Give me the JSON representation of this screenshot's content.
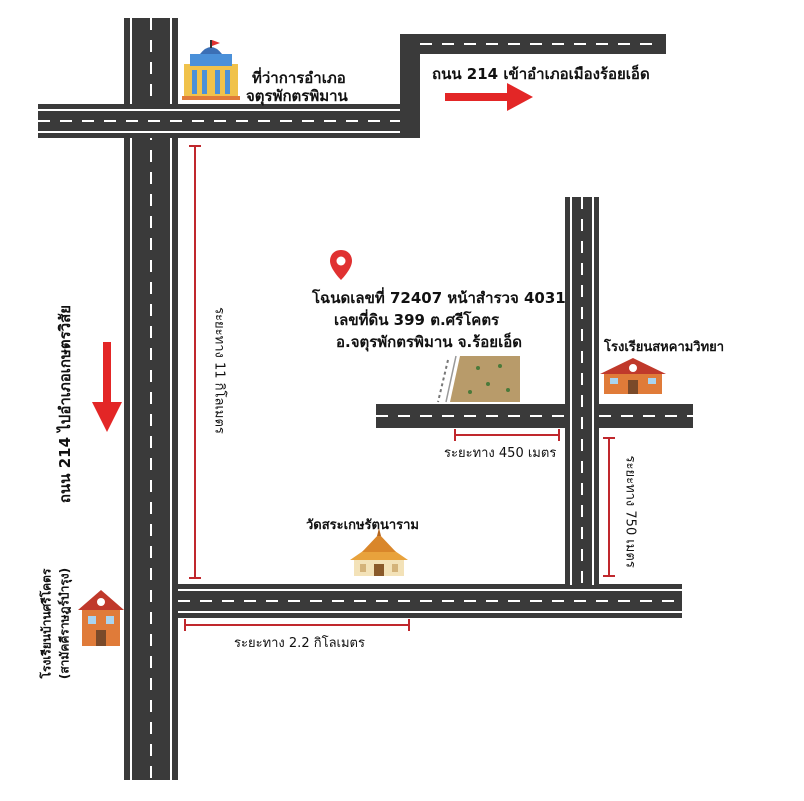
{
  "labels": {
    "district_office_line1": "ที่ว่าการอำเภอ",
    "district_office_line2": "จตุรพักตรพิมาน",
    "highway_north": "ถนน 214 เข้าอำเภอเมืองร้อยเอ็ด",
    "highway_south": "ถนน 214 ไปอำเภอเกษตรวิสัย",
    "deed_line1": "โฉนดเลขที่ 72407  หน้าสำรวจ 4031",
    "deed_line2": "เลขที่ดิน 399 ต.ศรีโคตร",
    "deed_line3": "อ.จตุรพักตรพิมาน จ.ร้อยเอ็ด",
    "school_east": "โรงเรียนสหคามวิทยา",
    "distance_11km": "ระยะทาง 11 กิโลเมตร",
    "distance_450m": "ระยะทาง 450 เมตร",
    "distance_750m": "ระยะทาง 750 เมตร",
    "distance_2_2km": "ระยะทาง 2.2 กิโลเมตร",
    "temple": "วัดสระเกษรัตนาราม",
    "school_west_line1": "โรงเรียนบ้านศรีโคตร",
    "school_west_line2": "(สามัคคีราษฎร์บำรุง)"
  },
  "icons": [
    "district-office-icon",
    "location-pin-icon",
    "land-plot-icon",
    "school-east-icon",
    "temple-icon",
    "school-west-icon",
    "arrow-right-icon",
    "arrow-down-icon"
  ],
  "colors": {
    "road": "#3a3a3a",
    "arrow": "#e32626",
    "measure": "#c0282d",
    "pin": "#e03131"
  }
}
